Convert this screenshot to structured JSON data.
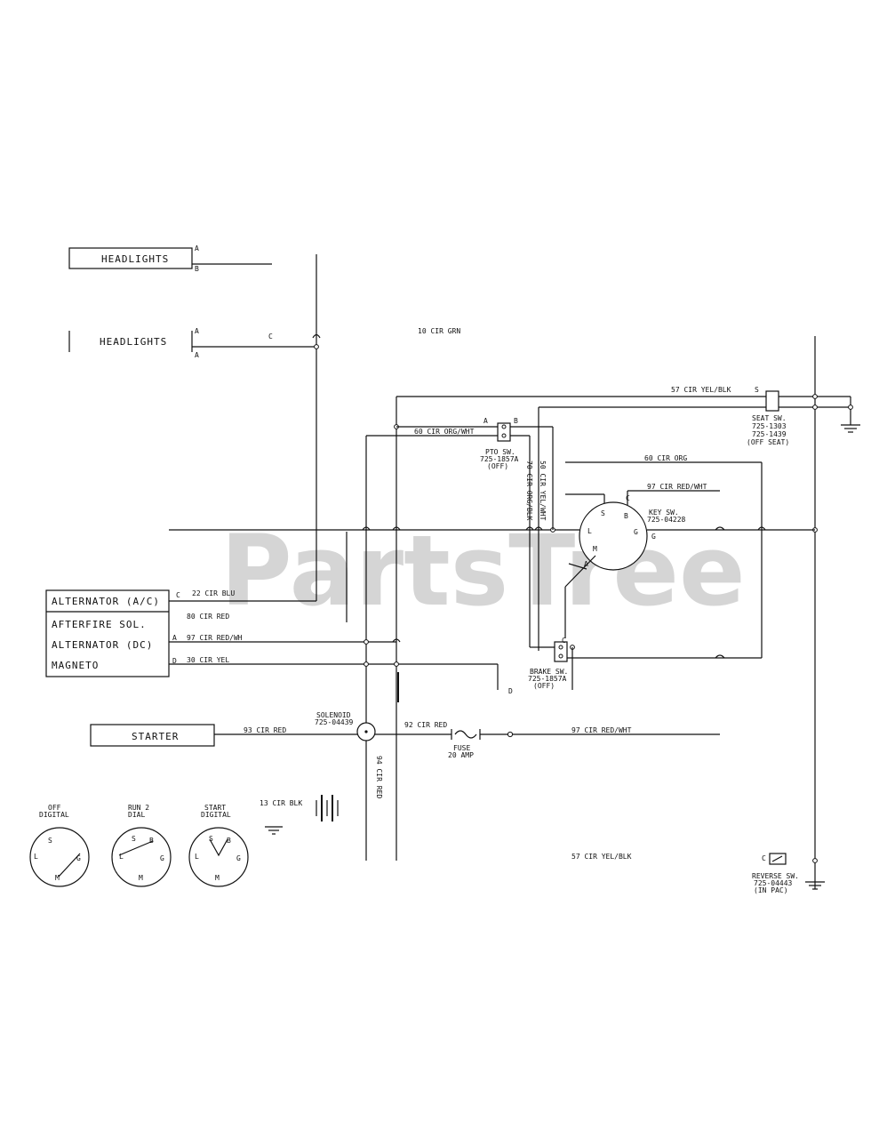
{
  "watermark": "PartsTree",
  "components": {
    "headlights_top": "HEADLIGHTS",
    "headlights_bottom": "HEADLIGHTS",
    "alternator_ac": "ALTERNATOR (A/C)",
    "afterfire_sol": "AFTERFIRE SOL.",
    "alternator_dc": "ALTERNATOR (DC)",
    "magneto": "MAGNETO",
    "starter": "STARTER"
  },
  "terminals": {
    "hl_top_a": "A",
    "hl_top_b": "B",
    "hl_bot_a1": "A",
    "hl_bot_a2": "A",
    "hl_c": "C",
    "alt_c": "C",
    "alt_a": "A",
    "alt_d": "D",
    "pto_a": "A",
    "pto_b": "B",
    "seat_s": "S",
    "key_c": "C",
    "key_s": "S",
    "key_b": "B",
    "key_l": "L",
    "key_g": "G",
    "key_g_side": "G",
    "key_m": "M",
    "key_a": "A",
    "brake_c": "C",
    "brake_d": "D",
    "reverse_c": "C"
  },
  "wires": {
    "w_top_grn": "10 CIR GRN",
    "w_57_top": "57 CIR YEL/BLK",
    "w_60_org_wht": "60 CIR ORG/WHT",
    "w_60_org": "60 CIR ORG",
    "w_97_red_wht_key": "97 CIR RED/WHT",
    "w_vert_org_blk": "70 CIR ORG/BLK",
    "w_vert_yel_wht": "50 CIR YEL/WHT",
    "w_22_blu": "22 CIR BLU",
    "w_80_red": "80 CIR RED",
    "w_97_red_wh": "97 CIR RED/WH",
    "w_30_yel": "30 CIR YEL",
    "w_93_red": "93 CIR RED",
    "w_92_red": "92 CIR RED",
    "w_97_red_wht_bottom": "97 CIR RED/WHT",
    "w_94_red": "94 CIR RED",
    "w_13_blk": "13 CIR BLK",
    "w_57_bottom": "57 CIR YEL/BLK"
  },
  "parts": {
    "pto_sw": [
      "PTO SW.",
      "725-1857A",
      "(OFF)"
    ],
    "seat_sw": [
      "SEAT SW.",
      "725-1303",
      "725-1439",
      "(OFF SEAT)"
    ],
    "key_sw": [
      "KEY SW.",
      "725-04228"
    ],
    "brake_sw": [
      "BRAKE SW.",
      "725-1857A",
      "(OFF)"
    ],
    "solenoid": [
      "SOLENOID",
      "725-04439"
    ],
    "fuse": [
      "FUSE",
      "20 AMP"
    ],
    "reverse_sw": [
      "REVERSE SW.",
      "725-04443",
      "(IN PAC)"
    ]
  },
  "key_positions": [
    {
      "title": [
        "OFF",
        "DIGITAL"
      ],
      "letters": [
        "L",
        "S",
        "G",
        "M"
      ]
    },
    {
      "title": [
        "RUN 2",
        "DIAL"
      ],
      "letters": [
        "L",
        "S",
        "B",
        "G",
        "M"
      ]
    },
    {
      "title": [
        "START",
        "DIGITAL"
      ],
      "letters": [
        "L",
        "S",
        "B",
        "G",
        "M"
      ]
    }
  ]
}
